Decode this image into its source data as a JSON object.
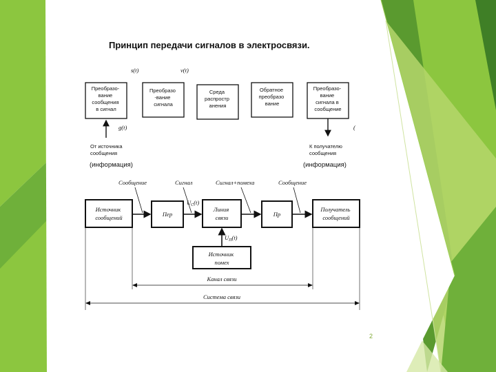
{
  "slide": {
    "title": "Принцип передачи сигналов в электросвязи.",
    "page_number": "2",
    "accent_colors": [
      "#8cc63f",
      "#5a9a2f",
      "#b5d66b",
      "#3f7f26"
    ]
  },
  "top_diagram": {
    "signal_labels": {
      "s": "s(t)",
      "v": "v(t)",
      "g": "g(t)",
      "right_mark": "("
    },
    "blocks": [
      {
        "lines": [
          "Преобразо-",
          "вание",
          "сообщения",
          "в сигнал"
        ]
      },
      {
        "lines": [
          "Преобразо",
          "-вание",
          "сигнала"
        ]
      },
      {
        "lines": [
          "Среда",
          "распростр",
          "анения"
        ]
      },
      {
        "lines": [
          "Обратное",
          "преобразо",
          "вание"
        ]
      },
      {
        "lines": [
          "Преобразо-",
          "вание",
          "сигнала в",
          "сообщение"
        ]
      }
    ],
    "source_note": [
      "От источника",
      "сообщения"
    ],
    "receiver_note": [
      "К получателю",
      "сообщения"
    ],
    "info_left": "(информация)",
    "info_right": "(информация)"
  },
  "bottom_diagram": {
    "top_labels": [
      "Сообщение",
      "Сигнал",
      "Сигнал+помеха",
      "Сообщение"
    ],
    "blocks": [
      {
        "lines": [
          "Источник",
          "сообщений"
        ]
      },
      {
        "lines": [
          "Пер"
        ]
      },
      {
        "lines": [
          "Линия",
          "связи"
        ]
      },
      {
        "lines": [
          "Пр"
        ]
      },
      {
        "lines": [
          "Получатель",
          "сообщений"
        ]
      },
      {
        "lines": [
          "Источник",
          "помех"
        ]
      }
    ],
    "uc_label": "U_C(t)",
    "un_label": "U_П(t)",
    "channel_label": "Канал связи",
    "system_label": "Система связи"
  }
}
